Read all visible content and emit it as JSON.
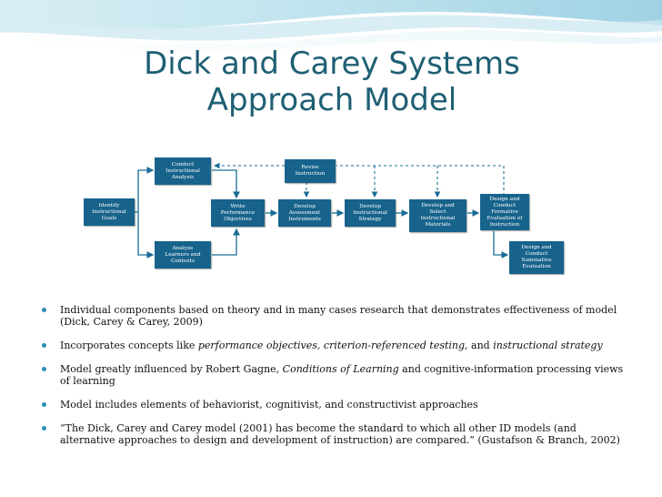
{
  "title": {
    "line1": "Dick and Carey Systems",
    "line2": "Approach Model"
  },
  "diagram": {
    "boxes": {
      "identify": [
        "Identify",
        "Instructional",
        "Goals"
      ],
      "conduct": [
        "Conduct",
        "Instructional",
        "Analysis"
      ],
      "analyze": [
        "Analyze",
        "Learners and",
        "Contexts"
      ],
      "write": [
        "Write",
        "Performance",
        "Objectives"
      ],
      "assess": [
        "Develop",
        "Assessment",
        "Instruments"
      ],
      "strategy": [
        "Develop",
        "Instructional",
        "Strategy"
      ],
      "materials": [
        "Develop and",
        "Select",
        "Instructional",
        "Materials"
      ],
      "formative": [
        "Design and",
        "Conduct",
        "Formative",
        "Evaluation of",
        "Instruction"
      ],
      "revise": [
        "Revise",
        "Instruction"
      ],
      "summative": [
        "Design and",
        "Conduct",
        "Summative",
        "Evaluation"
      ]
    }
  },
  "bullets": [
    {
      "text": "Individual components based on theory and in many cases research that demonstrates effectiveness of model (Dick, Carey & Carey, 2009)"
    },
    {
      "pre": "Incorporates concepts like ",
      "em1": "performance objectives, criterion-referenced testing,",
      "mid": " and ",
      "em2": "instructional strategy"
    },
    {
      "pre": "Model greatly influenced by Robert Gagne, ",
      "em1": "Conditions of Learning",
      "post": " and cognitive-information processing views of learning"
    },
    {
      "text": "Model includes elements of behaviorist, cognitivist, and constructivist approaches"
    },
    {
      "text": "“The Dick, Carey and Carey model (2001) has become the standard to which all other ID models (and alternative approaches to design and development of instruction) are compared.”  (Gustafson & Branch, 2002)"
    }
  ],
  "colors": {
    "title": "#1f5f74",
    "box": "#17638c",
    "bullet": "#2c8fb4",
    "arrow": "#1a6d96"
  }
}
